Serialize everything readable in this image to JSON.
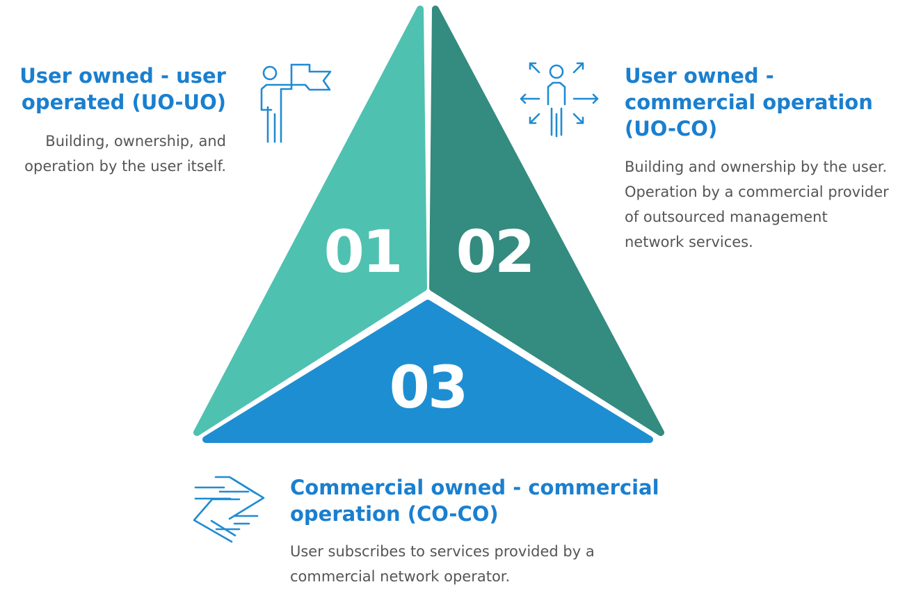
{
  "segments": [
    {
      "id": "uo-uo",
      "number": "01",
      "color": "#4fc1b1",
      "icon": "person-with-flag-icon",
      "heading": "User owned - user operated (UO-UO)",
      "description": "Building, ownership, and operation by the user itself."
    },
    {
      "id": "uo-co",
      "number": "02",
      "color": "#348b7f",
      "icon": "person-with-arrows-icon",
      "heading": "User owned - commercial operation (UO-CO)",
      "description": "Building and ownership by the user. Operation by a commercial provider of outsourced management network services."
    },
    {
      "id": "co-co",
      "number": "03",
      "color": "#1e8ed2",
      "icon": "exchange-arrows-icon",
      "heading": "Commercial owned - commercial operation (CO-CO)",
      "description": "User subscribes to services provided by a commercial network operator."
    }
  ],
  "colors": {
    "heading": "#1a7fcf",
    "description": "#555555",
    "icon": "#1f8bd3"
  }
}
